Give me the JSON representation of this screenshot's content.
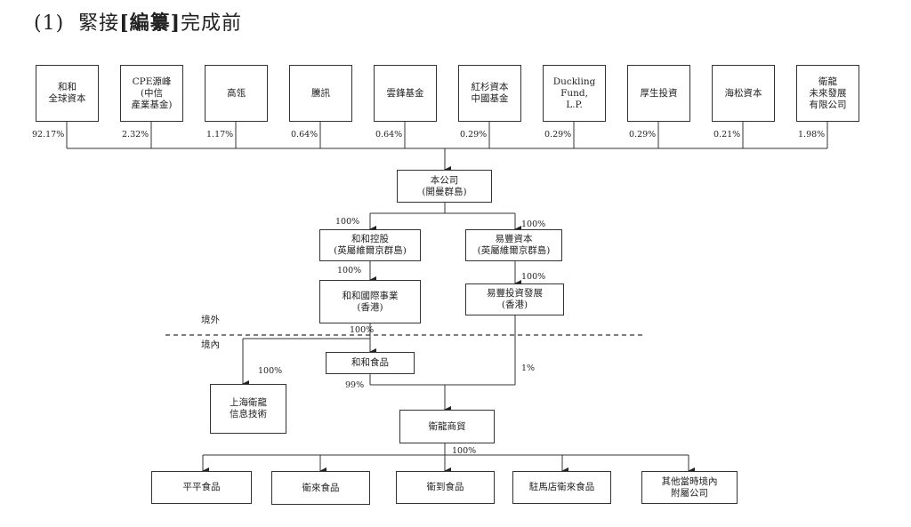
{
  "heading": {
    "number": "(1)",
    "prefix": "緊接",
    "bold": "[編纂]",
    "suffix": "完成前"
  },
  "shareholders": [
    {
      "name": "和和\n全球資本",
      "pct": "92.17%"
    },
    {
      "name": "CPE源峰\n(中信\n產業基金)",
      "pct": "2.32%"
    },
    {
      "name": "高瓴",
      "pct": "1.17%"
    },
    {
      "name": "騰訊",
      "pct": "0.64%"
    },
    {
      "name": "雲鋒基金",
      "pct": "0.64%"
    },
    {
      "name": "紅杉資本\n中國基金",
      "pct": "0.29%"
    },
    {
      "name": "Duckling\nFund,\nL.P.",
      "pct": "0.29%"
    },
    {
      "name": "厚生投資",
      "pct": "0.29%"
    },
    {
      "name": "海松資本",
      "pct": "0.21%"
    },
    {
      "name": "衛龍\n未來發展\n有限公司",
      "pct": "1.98%"
    }
  ],
  "company": {
    "name": "本公司\n(開曼群島)"
  },
  "hehe_holdings": {
    "name": "和和控股\n(英屬維爾京群島)",
    "pct": "100%"
  },
  "yifeng_capital": {
    "name": "易豐資本\n(英屬維爾京群島)",
    "pct": "100%"
  },
  "hehe_intl": {
    "name": "和和國際事業\n(香港)",
    "pct": "100%"
  },
  "yifeng_invest": {
    "name": "易豐投資發展\n(香港)",
    "pct": "100%"
  },
  "zones": {
    "offshore": "境外",
    "onshore": "境內"
  },
  "hehe_food": {
    "name": "和和食品",
    "pct_in": "100%",
    "pct_out": "99%"
  },
  "shanghai": {
    "name": "上海衛龍\n信息技術",
    "pct": "100%"
  },
  "weilong_trade": {
    "name": "衛龍商貿",
    "pct_from_yifeng": "1%"
  },
  "subsidiaries": {
    "pct": "100%",
    "items": [
      {
        "name": "平平食品"
      },
      {
        "name": "衛來食品"
      },
      {
        "name": "衛到食品"
      },
      {
        "name": "駐馬店衛來食品"
      },
      {
        "name": "其他當時境內\n附屬公司"
      }
    ]
  }
}
